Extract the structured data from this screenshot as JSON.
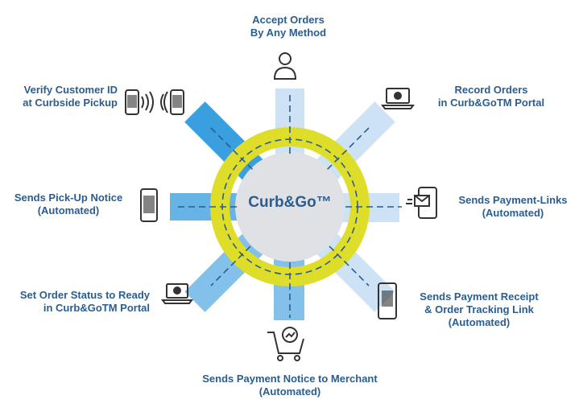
{
  "hub": {
    "label": "Curb&Go™"
  },
  "spokes": [
    {
      "id": "accept-orders",
      "lines": [
        "Accept Orders",
        "By Any Method"
      ],
      "icon": "person-icon"
    },
    {
      "id": "record-orders",
      "lines": [
        "Record Orders",
        "in Curb&GoTM Portal"
      ],
      "icon": "laptop-icon"
    },
    {
      "id": "payment-links",
      "lines": [
        "Sends Payment-Links",
        "(Automated)"
      ],
      "icon": "phone-mail-icon"
    },
    {
      "id": "payment-receipt",
      "lines": [
        "Sends Payment Receipt",
        "& Order Tracking Link",
        "(Automated)"
      ],
      "icon": "phone-icon"
    },
    {
      "id": "payment-notice",
      "lines": [
        "Sends Payment Notice to Merchant",
        "(Automated)"
      ],
      "icon": "cart-icon"
    },
    {
      "id": "order-status",
      "lines": [
        "Set Order Status to Ready",
        "in Curb&GoTM Portal"
      ],
      "icon": "laptop-icon"
    },
    {
      "id": "pickup-notice",
      "lines": [
        "Sends Pick-Up Notice",
        "(Automated)"
      ],
      "icon": "phone-icon"
    },
    {
      "id": "verify-id",
      "lines": [
        "Verify Customer ID",
        "at Curbside Pickup"
      ],
      "icon": "phones-wireless-icon"
    }
  ],
  "colors": {
    "text": "#2b5d8f",
    "ring": "#dede2a",
    "center": "#dfe1e4",
    "spoke_light": "#cde3f5",
    "spoke_mid": "#84c1ea",
    "spoke_dark": "#3a9fdf",
    "dash": "#2b5d8f"
  }
}
